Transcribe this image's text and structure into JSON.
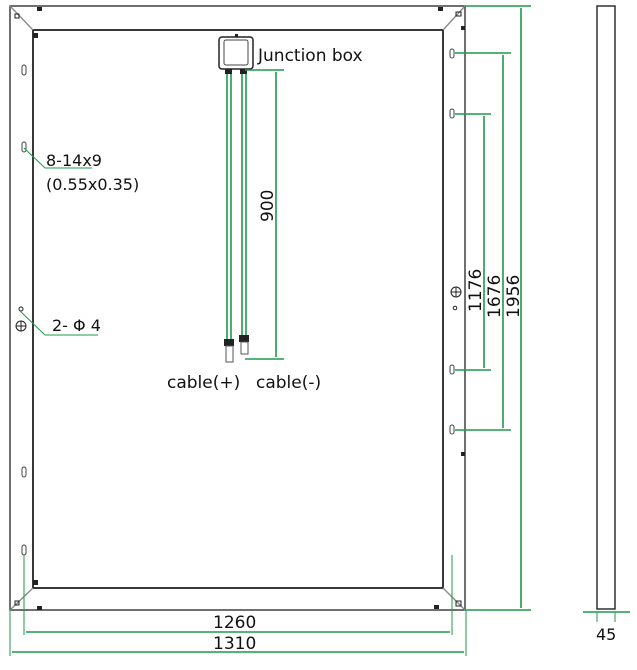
{
  "labels": {
    "junction_box": "Junction box",
    "mount_hole": "8-14x9",
    "mount_hole_inch": "(0.55x0.35)",
    "ground_hole": "2- Φ 4",
    "cable_pos": "cable(+)",
    "cable_neg": "cable(-)"
  },
  "dimensions": {
    "cable_length": "900",
    "hole_pitch_inner": "1176",
    "hole_pitch_outer": "1676",
    "height": "1956",
    "hole_width_pitch": "1260",
    "width": "1310",
    "thickness": "45"
  },
  "colors": {
    "dimension": "#1f9a4a",
    "outline": "#222222"
  }
}
